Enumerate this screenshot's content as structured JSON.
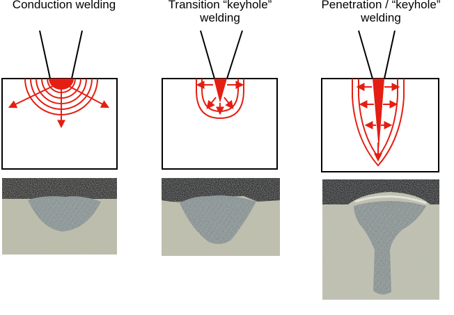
{
  "labels": [
    {
      "line1": "Conduction welding",
      "line2": ""
    },
    {
      "line1": "Transition “keyhole”",
      "line2": "welding"
    },
    {
      "line1": "Penetration / “keyhole”",
      "line2": "welding"
    }
  ],
  "colors": {
    "accent": "#e41e12",
    "outline": "#000000"
  }
}
